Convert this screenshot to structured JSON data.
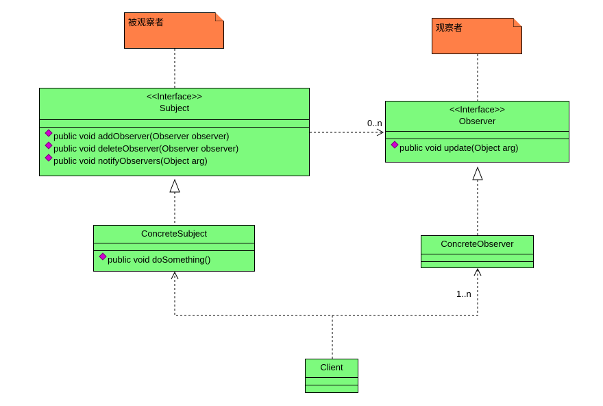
{
  "notes": {
    "subject": "被观察者",
    "observer": "观察者"
  },
  "classes": {
    "subject": {
      "stereotype": "<<Interface>>",
      "name": "Subject",
      "operations": [
        "public void addObserver(Observer observer)",
        "public void deleteObserver(Observer observer)",
        "public void notifyObservers(Object arg)"
      ]
    },
    "observer": {
      "stereotype": "<<Interface>>",
      "name": "Observer",
      "operations": [
        "public void update(Object arg)"
      ]
    },
    "concrete_subject": {
      "name": "ConcreteSubject",
      "operations": [
        "public void doSomething()"
      ]
    },
    "concrete_observer": {
      "name": "ConcreteObserver"
    },
    "client": {
      "name": "Client"
    }
  },
  "multiplicities": {
    "subject_observer": "0..n",
    "client_concrete_observer": "1..n"
  },
  "colors": {
    "class_fill": "#7dfa7d",
    "note_fill": "#ff7f47",
    "operation_marker": "#d000d0"
  }
}
